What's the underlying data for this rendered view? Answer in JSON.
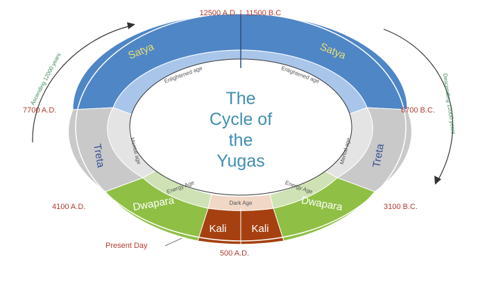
{
  "title_lines": [
    "The",
    "Cycle of",
    "the",
    "Yugas"
  ],
  "dates": {
    "top_left": "12500 A.D.",
    "top_right": "11500 B.C",
    "upper_left": "7700 A.D.",
    "upper_right": "6700 B.C.",
    "lower_left": "4100 A.D.",
    "lower_right": "3100 B.C.",
    "bottom": "500 A.D.",
    "present": "Present Day"
  },
  "side_notes": {
    "ascending": "Ascending 12000 years",
    "descending": "Descending 12000 years"
  },
  "outer": {
    "satya": "Satya",
    "treta": "Treta",
    "dwapara": "Dwapara",
    "kali": "Kali"
  },
  "inner": {
    "enlightened": "Enlightened age",
    "mental": "Mental age",
    "energy": "Energy Age",
    "dark": "Dark Age"
  },
  "colors": {
    "satya": "#4f86c6",
    "satya_inner": "#a9c6ea",
    "treta": "#c9c9c9",
    "treta_inner": "#e4e4e4",
    "dwapara": "#8fbf45",
    "dwapara_inner": "#cfe2b5",
    "kali": "#a64010",
    "kali_inner": "#f1d7c6",
    "date_text": "#b23a2e",
    "title_text": "#3f8fb0"
  }
}
